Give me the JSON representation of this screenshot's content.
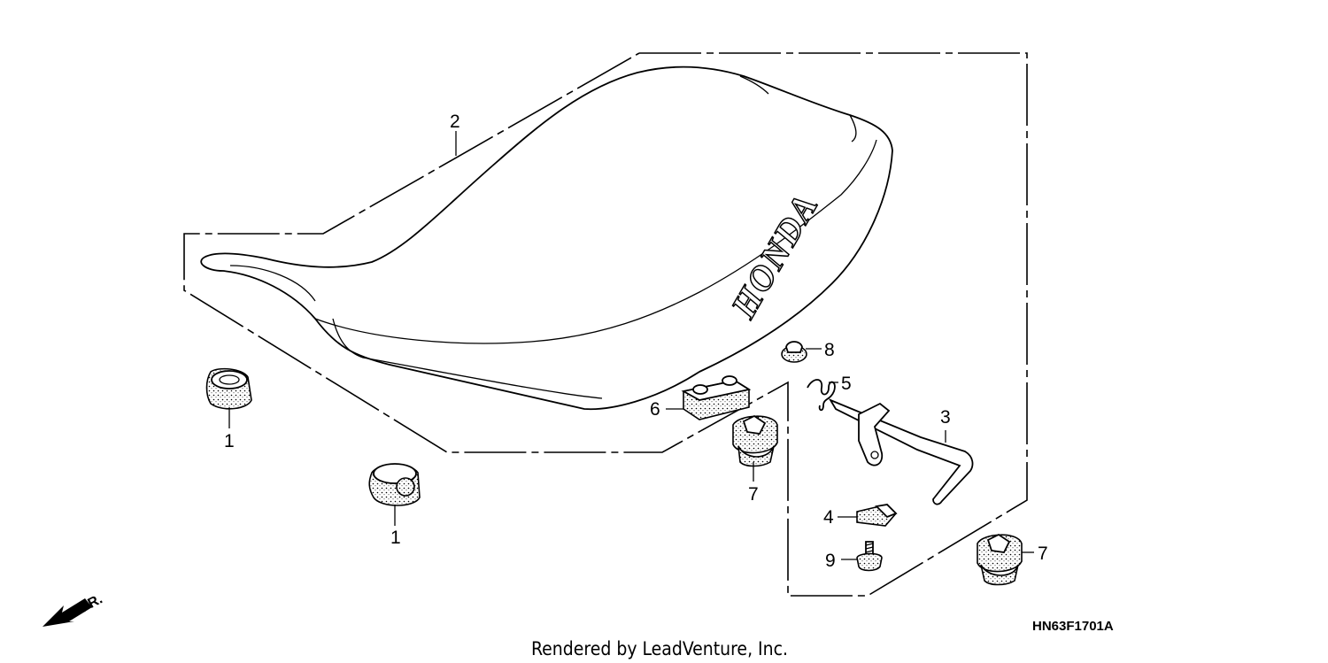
{
  "diagram": {
    "callouts": {
      "c1a": "1",
      "c1b": "1",
      "c2": "2",
      "c3": "3",
      "c4": "4",
      "c5": "5",
      "c6": "6",
      "c7a": "7",
      "c7b": "7",
      "c8": "8",
      "c9": "9"
    },
    "brand_mark": "HONDA",
    "direction_label": "FR.",
    "diagram_code": "HN63F1701A",
    "footer": "Rendered by LeadVenture, Inc."
  }
}
